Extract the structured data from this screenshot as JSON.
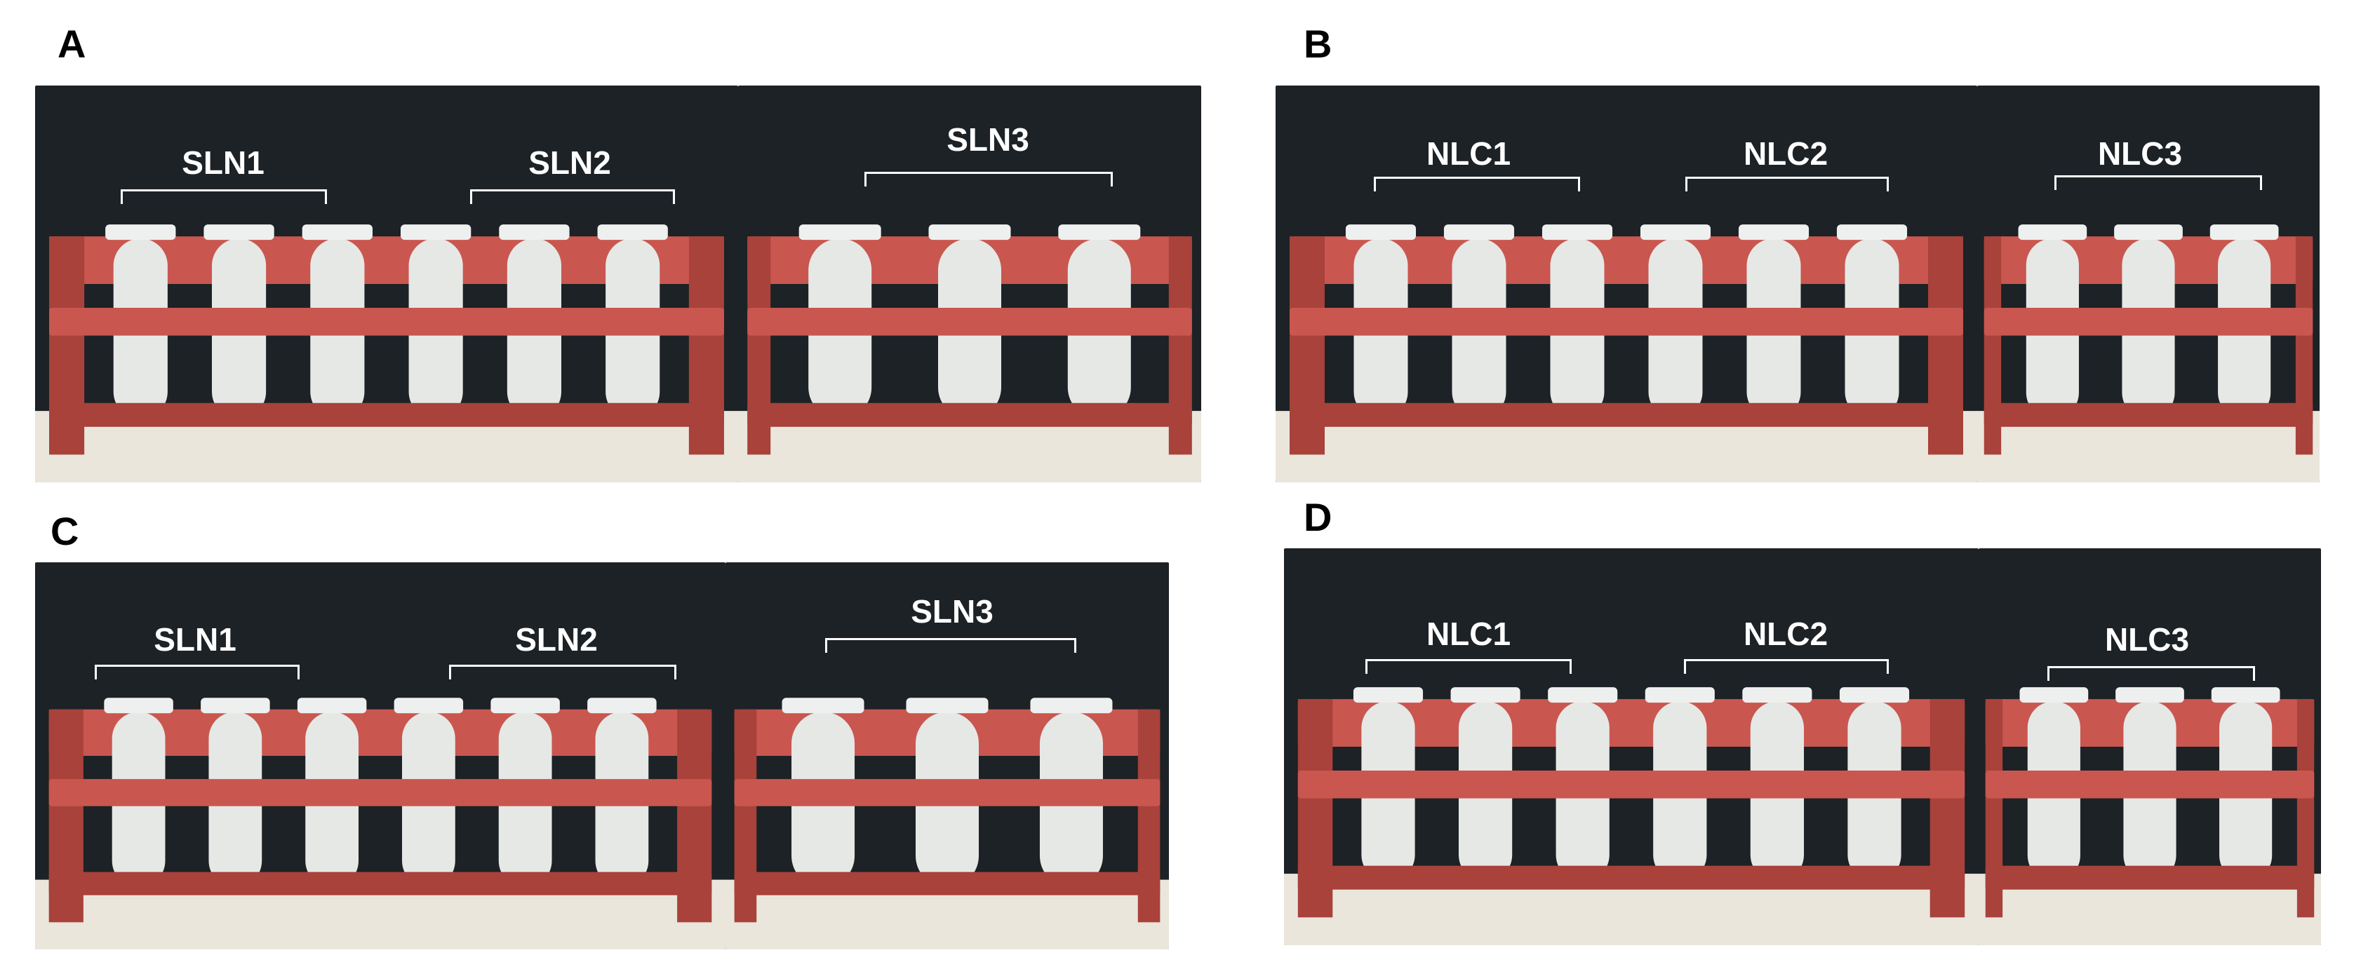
{
  "panels": [
    {
      "letter": "A",
      "groups": [
        "SLN1",
        "SLN2",
        "SLN3"
      ]
    },
    {
      "letter": "B",
      "groups": [
        "NLC1",
        "NLC2",
        "NLC3"
      ]
    },
    {
      "letter": "C",
      "groups": [
        "SLN1",
        "SLN2",
        "SLN3"
      ]
    },
    {
      "letter": "D",
      "groups": [
        "NLC1",
        "NLC2",
        "NLC3"
      ]
    }
  ],
  "colors": {
    "background": "#1c2226",
    "rack": "#c9574f",
    "rack_dark": "#a8423b",
    "tube_cap": "#eef0ef",
    "liquid": "#e6e8e6",
    "bench": "#eae6dc"
  }
}
